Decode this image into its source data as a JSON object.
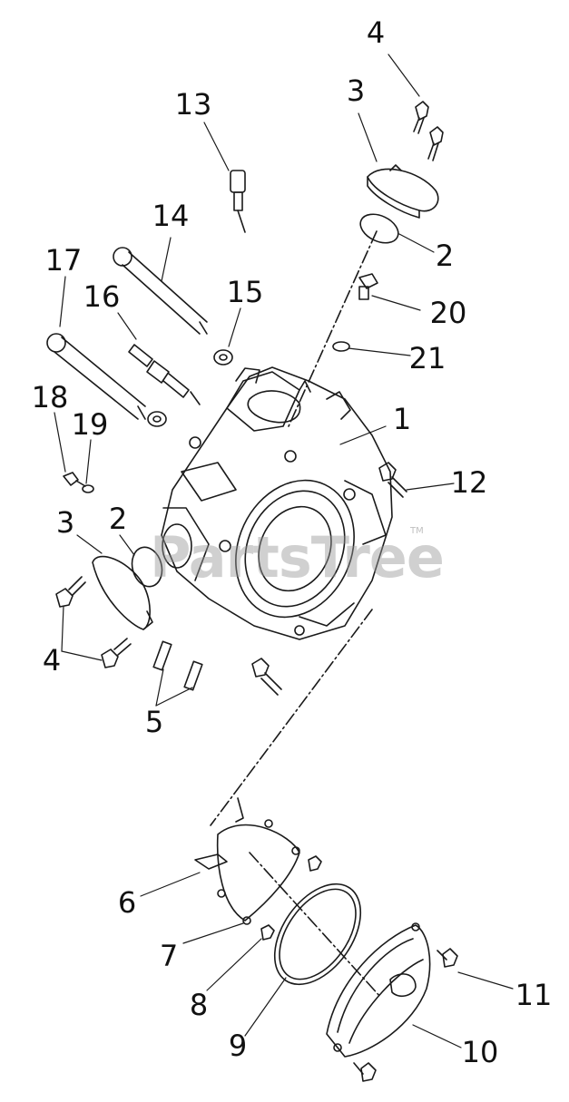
{
  "watermark": {
    "text": "PartsTree",
    "trademark": "TM"
  },
  "callouts": [
    {
      "id": "c4a",
      "label": "4"
    },
    {
      "id": "c3a",
      "label": "3"
    },
    {
      "id": "c13",
      "label": "13"
    },
    {
      "id": "c14",
      "label": "14"
    },
    {
      "id": "c2a",
      "label": "2"
    },
    {
      "id": "c17",
      "label": "17"
    },
    {
      "id": "c16",
      "label": "16"
    },
    {
      "id": "c15",
      "label": "15"
    },
    {
      "id": "c20",
      "label": "20"
    },
    {
      "id": "c21",
      "label": "21"
    },
    {
      "id": "c18",
      "label": "18"
    },
    {
      "id": "c19",
      "label": "19"
    },
    {
      "id": "c1",
      "label": "1"
    },
    {
      "id": "c12",
      "label": "12"
    },
    {
      "id": "c3b",
      "label": "3"
    },
    {
      "id": "c2b",
      "label": "2"
    },
    {
      "id": "c4b",
      "label": "4"
    },
    {
      "id": "c5",
      "label": "5"
    },
    {
      "id": "c6",
      "label": "6"
    },
    {
      "id": "c7",
      "label": "7"
    },
    {
      "id": "c8",
      "label": "8"
    },
    {
      "id": "c9",
      "label": "9"
    },
    {
      "id": "c10",
      "label": "10"
    },
    {
      "id": "c11",
      "label": "11"
    }
  ],
  "colors": {
    "line": "#1a1a1a",
    "watermark": "#969696"
  }
}
